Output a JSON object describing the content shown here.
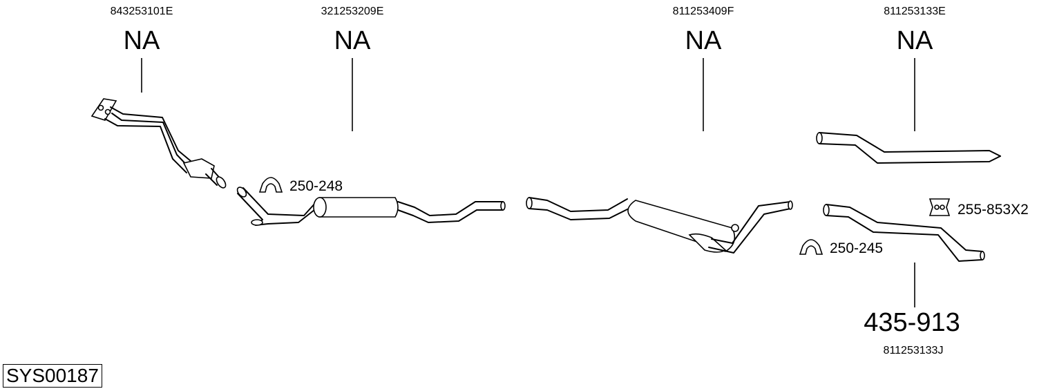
{
  "parts": [
    {
      "oem": "843253101E",
      "code": "NA"
    },
    {
      "oem": "321253209E",
      "code": "NA"
    },
    {
      "oem": "811253409F",
      "code": "NA"
    },
    {
      "oem": "811253133E",
      "code": "NA"
    },
    {
      "oem": "811253133J",
      "code": "435-913"
    }
  ],
  "accessories": [
    {
      "code": "250-248",
      "icon": "clamp-icon"
    },
    {
      "code": "250-245",
      "icon": "clamp-icon"
    },
    {
      "code": "255-853X2",
      "icon": "rubber-mount-icon"
    }
  ],
  "system_id": "SYS00187"
}
